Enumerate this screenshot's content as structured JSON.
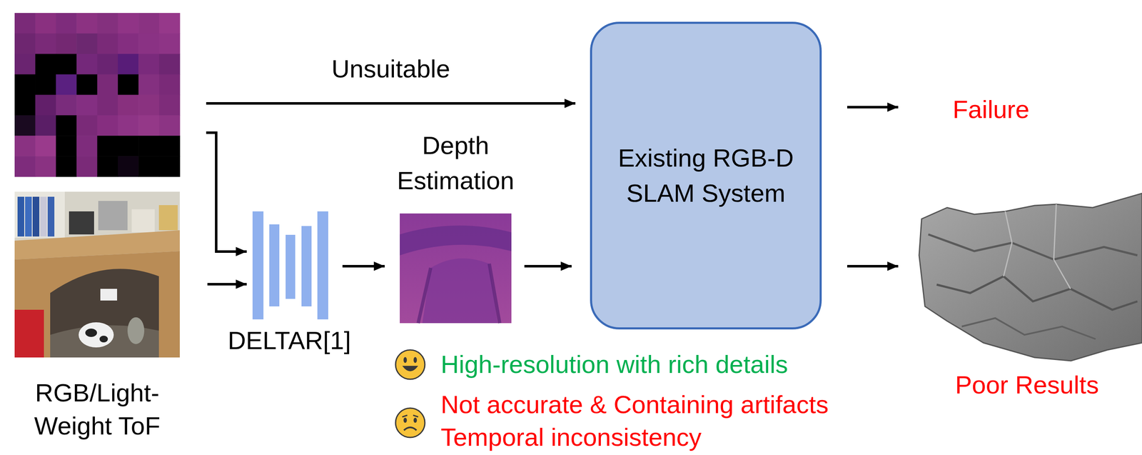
{
  "diagram": {
    "nodes": [
      {
        "text": [
          "RGB/Light-Weight ToF"
        ]
      },
      {
        "text": [
          "DELTAR[1]"
        ]
      },
      {
        "text": [
          "Depth Estimation"
        ]
      },
      {
        "text": [
          "Existing RGB-D SLAM System"
        ]
      },
      {
        "text": [
          "Failure"
        ]
      },
      {
        "text": [
          "Poor Results"
        ]
      }
    ],
    "edges": [
      {
        "from": 0,
        "to": 3,
        "arrow": "to",
        "label": "Unsuitable"
      },
      {
        "from": 0,
        "to": 1,
        "arrow": "to"
      },
      {
        "from": 0,
        "to": 1,
        "arrow": "to"
      },
      {
        "from": 1,
        "to": 2,
        "arrow": "to"
      },
      {
        "from": 2,
        "to": 3,
        "arrow": "to"
      },
      {
        "from": 3,
        "to": 4,
        "arrow": "to"
      },
      {
        "from": 3,
        "to": 5,
        "arrow": "to"
      }
    ],
    "labels": [
      "High-resolution with rich details",
      "Not accurate & Containing artifacts",
      "Temporal inconsistency"
    ]
  }
}
